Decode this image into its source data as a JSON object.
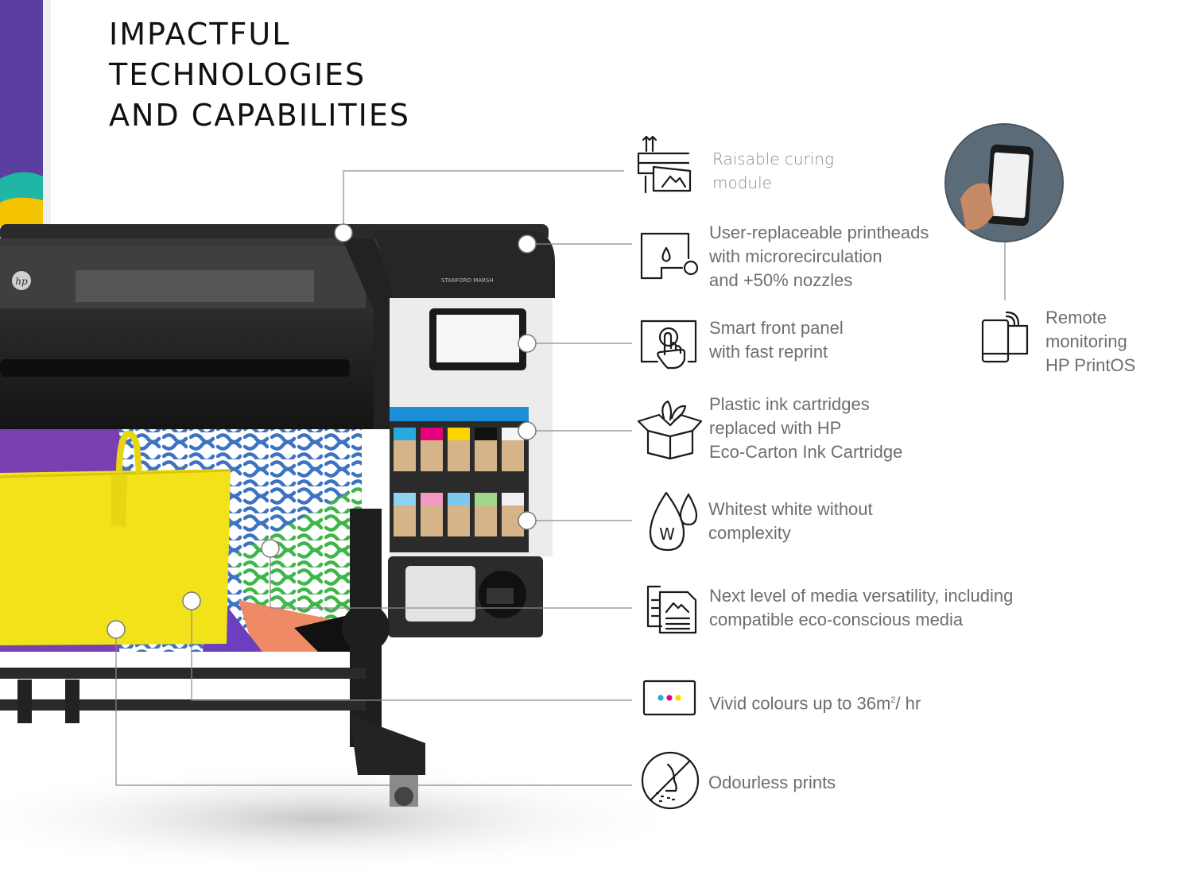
{
  "title": [
    "IMPACTFUL",
    "TECHNOLOGIES",
    "AND CAPABILITIES"
  ],
  "printer": {
    "brand": "hp",
    "label": "STANFORD MARSH"
  },
  "features": [
    {
      "icon": "raisable-curing-icon",
      "lines": [
        "Raisable curing",
        "module"
      ]
    },
    {
      "icon": "printhead-icon",
      "lines": [
        "User-replaceable printheads",
        "with microrecirculation",
        "and +50% nozzles"
      ]
    },
    {
      "icon": "touch-panel-icon",
      "lines": [
        "Smart front panel",
        "with fast reprint"
      ]
    },
    {
      "icon": "eco-carton-icon",
      "lines": [
        "Plastic ink cartridges",
        "replaced with HP",
        "Eco-Carton Ink Cartridge"
      ]
    },
    {
      "icon": "white-ink-drops-icon",
      "lines": [
        "Whitest white without",
        "complexity"
      ]
    },
    {
      "icon": "media-documents-icon",
      "lines": [
        "Next level of media versatility, including",
        "compatible eco-conscious media"
      ]
    },
    {
      "icon": "vivid-colour-dots-icon",
      "lines": [
        "Vivid colours up to 36m",
        "/ hr"
      ],
      "sup": "2"
    },
    {
      "icon": "odourless-nose-icon",
      "lines": [
        "Odourless prints"
      ]
    }
  ],
  "remote": {
    "icon": "mobile-monitoring-icon",
    "lines": [
      "Remote",
      "monitoring",
      "HP PrintOS"
    ]
  },
  "colors": {
    "ink_cyan": "#27a8e0",
    "ink_magenta": "#e6007e",
    "ink_yellow": "#ffd500",
    "bag_yellow": "#f2e21a",
    "purple": "#5a3fa0"
  }
}
